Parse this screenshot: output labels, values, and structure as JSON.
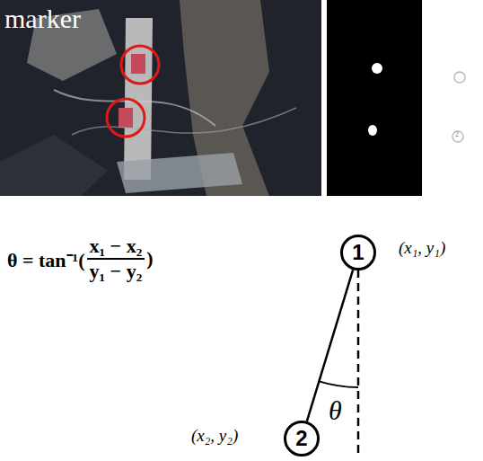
{
  "diagram": {
    "nodes": [
      {
        "text": [
          "1"
        ]
      },
      {
        "text": [
          "2"
        ]
      }
    ],
    "edges": [
      {
        "from": 0,
        "to": 1,
        "arrow": "none"
      }
    ],
    "labels": [
      "marker",
      "θ = tan⁻¹(",
      "x₁ − x₂",
      "y₁ − y₂",
      ")",
      "(x₁, y₁)",
      "θ",
      "(x₂, y₂)",
      "2"
    ]
  }
}
